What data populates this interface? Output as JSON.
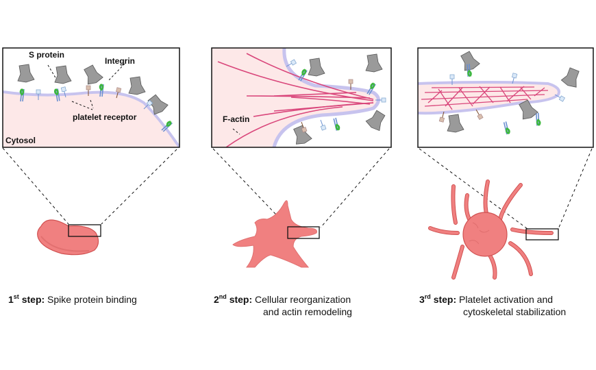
{
  "panels": [
    {
      "id": "step1",
      "inset_labels": {
        "s_protein": "S protein",
        "integrin": "Integrin",
        "platelet_receptor": "platelet receptor",
        "cytosol": "Cytosol"
      },
      "caption": {
        "number": "1",
        "suffix": "st",
        "step_word": "step:",
        "line1": "Spike protein binding",
        "line2": ""
      }
    },
    {
      "id": "step2",
      "inset_labels": {
        "f_actin": "F-actin"
      },
      "caption": {
        "number": "2",
        "suffix": "nd",
        "step_word": "step:",
        "line1": "Cellular reorganization",
        "line2": "and actin remodeling"
      }
    },
    {
      "id": "step3",
      "inset_labels": {},
      "caption": {
        "number": "3",
        "suffix": "rd",
        "step_word": "step:",
        "line1": "Platelet activation and",
        "line2": "cytoskeletal stabilization"
      }
    }
  ],
  "colors": {
    "cytosol_fill": "#fde8e8",
    "membrane": "#c7c3ee",
    "actin": "#d9457a",
    "platelet_fill": "#f08080",
    "platelet_edge": "#d05050",
    "s_protein": "#9a9a9a",
    "integrin_green": "#3cb83c",
    "integrin_blue": "#6a8fd0",
    "receptor_blue": "#cfe3f7",
    "receptor_tan": "#d9bfae"
  }
}
